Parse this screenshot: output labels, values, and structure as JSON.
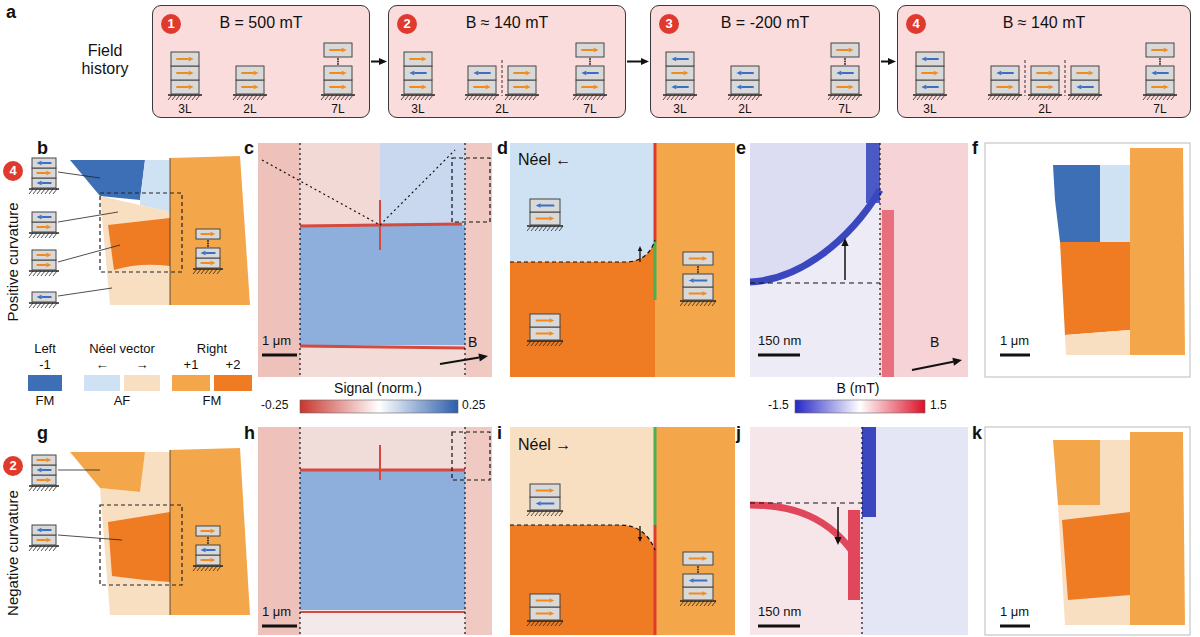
{
  "diagram": {
    "nodes": [
      {
        "text": [
          "B = 500 mT"
        ]
      },
      {
        "text": [
          "1"
        ],
        "in": 0
      },
      {
        "text": [
          "B ≈ 140 mT"
        ]
      },
      {
        "text": [
          "2"
        ],
        "in": 2
      },
      {
        "text": [
          "B = -200 mT"
        ]
      },
      {
        "text": [
          "3"
        ],
        "in": 4
      },
      {
        "text": [
          "B ≈ 140 mT"
        ]
      },
      {
        "text": [
          "4"
        ],
        "in": 6
      },
      {
        "text": [
          "4"
        ]
      },
      {
        "text": [
          "2"
        ]
      }
    ],
    "edges": [
      {
        "from": 0,
        "to": 2,
        "arrow": "to"
      },
      {
        "from": 2,
        "to": 4,
        "arrow": "to"
      },
      {
        "from": 4,
        "to": 6,
        "arrow": "to"
      }
    ],
    "labels": [
      "a",
      "Field history",
      "3L",
      "2L",
      "7L",
      "3L",
      "2L",
      "7L",
      "3L",
      "2L",
      "7L",
      "3L",
      "2L",
      "7L",
      "b",
      "Positive curvature",
      "c",
      "1 μm",
      "B",
      "d",
      "Néel ←",
      "e",
      "150 nm",
      "B",
      "f",
      "1 μm",
      "Left",
      "Néel vector",
      "Right",
      "FM",
      "AF",
      "FM",
      "Signal (norm.)",
      "-0.25",
      "0.25",
      "B (mT)",
      "-1.5",
      "1.5",
      "g",
      "Negative curvature",
      "h",
      "1 μm",
      "i",
      "Néel →",
      "j",
      "150 nm",
      "k",
      "1 μm"
    ],
    "legend": [
      {
        "text": "-1",
        "color": "#3c6fb6"
      },
      {
        "text": "←",
        "color": "#cfe2f3"
      },
      {
        "text": "→",
        "color": "#f8dfc1"
      },
      {
        "text": "+1",
        "color": "#f4a64a"
      },
      {
        "text": "+2",
        "color": "#ef7b22"
      }
    ]
  }
}
